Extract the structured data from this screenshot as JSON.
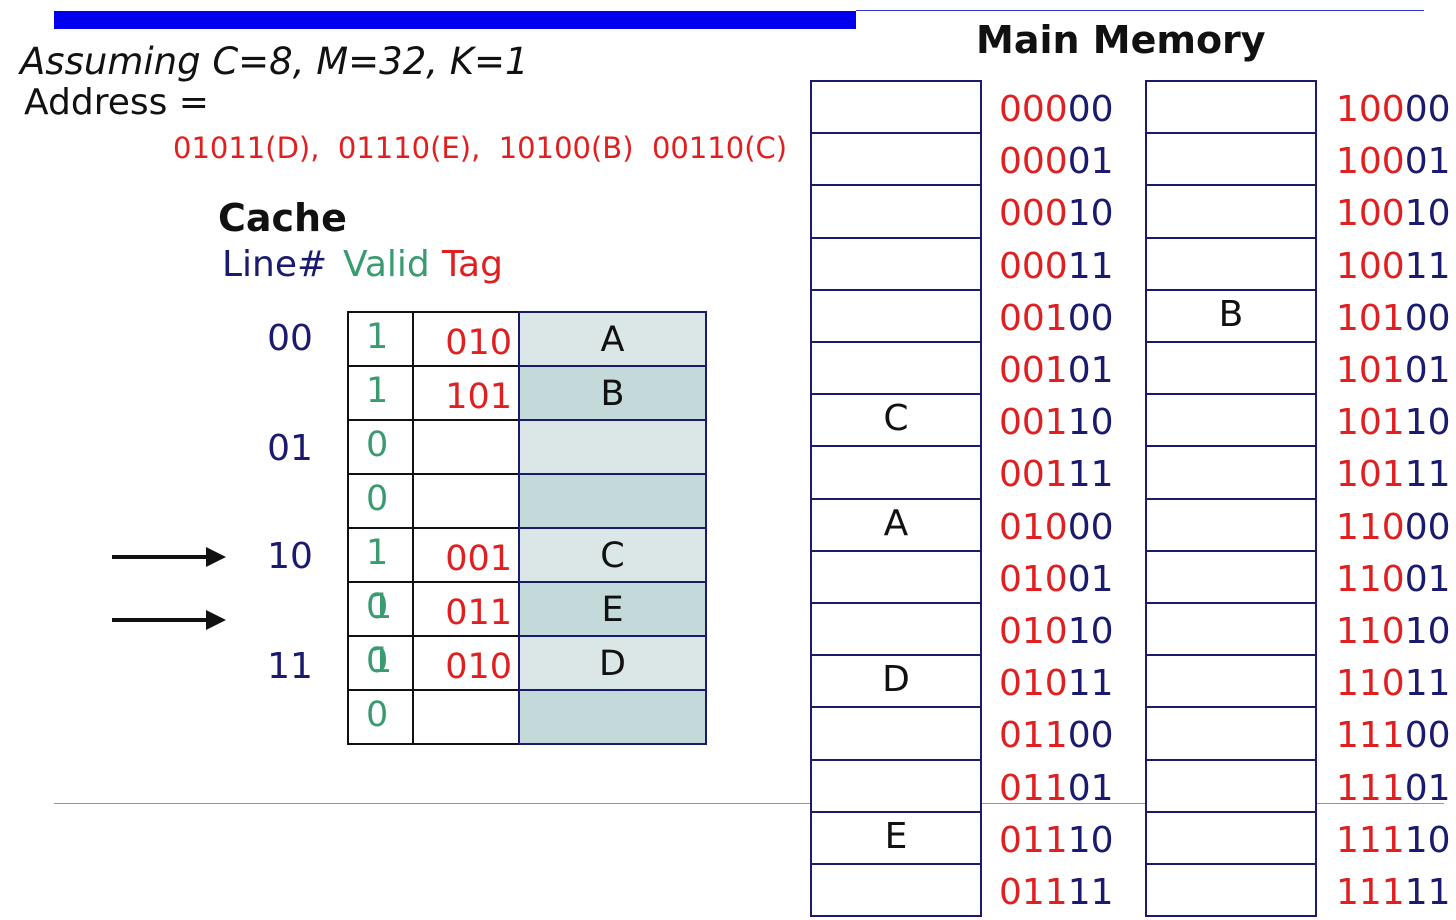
{
  "header": {
    "assumption": "Assuming C=8, M=32, K=1",
    "address_label": "Address =",
    "address_list": "01011(D),  01110(E),  10100(B)  00110(C)"
  },
  "main_memory": {
    "title": "Main Memory",
    "left_column": [
      {
        "addr_prefix": "000",
        "addr_suffix": "00",
        "content": ""
      },
      {
        "addr_prefix": "000",
        "addr_suffix": "01",
        "content": ""
      },
      {
        "addr_prefix": "000",
        "addr_suffix": "10",
        "content": ""
      },
      {
        "addr_prefix": "000",
        "addr_suffix": "11",
        "content": ""
      },
      {
        "addr_prefix": "001",
        "addr_suffix": "00",
        "content": ""
      },
      {
        "addr_prefix": "001",
        "addr_suffix": "01",
        "content": ""
      },
      {
        "addr_prefix": "001",
        "addr_suffix": "10",
        "content": "C"
      },
      {
        "addr_prefix": "001",
        "addr_suffix": "11",
        "content": ""
      },
      {
        "addr_prefix": "010",
        "addr_suffix": "00",
        "content": "A"
      },
      {
        "addr_prefix": "010",
        "addr_suffix": "01",
        "content": ""
      },
      {
        "addr_prefix": "010",
        "addr_suffix": "10",
        "content": ""
      },
      {
        "addr_prefix": "010",
        "addr_suffix": "11",
        "content": "D"
      },
      {
        "addr_prefix": "011",
        "addr_suffix": "00",
        "content": ""
      },
      {
        "addr_prefix": "011",
        "addr_suffix": "01",
        "content": ""
      },
      {
        "addr_prefix": "011",
        "addr_suffix": "10",
        "content": "E"
      },
      {
        "addr_prefix": "011",
        "addr_suffix": "11",
        "content": ""
      }
    ],
    "right_column": [
      {
        "addr_prefix": "100",
        "addr_suffix": "00",
        "content": ""
      },
      {
        "addr_prefix": "100",
        "addr_suffix": "01",
        "content": ""
      },
      {
        "addr_prefix": "100",
        "addr_suffix": "10",
        "content": ""
      },
      {
        "addr_prefix": "100",
        "addr_suffix": "11",
        "content": ""
      },
      {
        "addr_prefix": "101",
        "addr_suffix": "00",
        "content": "B"
      },
      {
        "addr_prefix": "101",
        "addr_suffix": "01",
        "content": ""
      },
      {
        "addr_prefix": "101",
        "addr_suffix": "10",
        "content": ""
      },
      {
        "addr_prefix": "101",
        "addr_suffix": "11",
        "content": ""
      },
      {
        "addr_prefix": "110",
        "addr_suffix": "00",
        "content": ""
      },
      {
        "addr_prefix": "110",
        "addr_suffix": "01",
        "content": ""
      },
      {
        "addr_prefix": "110",
        "addr_suffix": "10",
        "content": ""
      },
      {
        "addr_prefix": "110",
        "addr_suffix": "11",
        "content": ""
      },
      {
        "addr_prefix": "111",
        "addr_suffix": "00",
        "content": ""
      },
      {
        "addr_prefix": "111",
        "addr_suffix": "01",
        "content": ""
      },
      {
        "addr_prefix": "111",
        "addr_suffix": "10",
        "content": ""
      },
      {
        "addr_prefix": "111",
        "addr_suffix": "11",
        "content": ""
      }
    ]
  },
  "cache": {
    "title": "Cache",
    "headers": {
      "line": "Line#",
      "valid": "Valid",
      "tag": "Tag"
    },
    "line_numbers": [
      "00",
      "01",
      "10",
      "11"
    ],
    "rows": [
      {
        "valid": "1",
        "tag": "010",
        "data": "A",
        "shade": "light"
      },
      {
        "valid": "1",
        "tag": "101",
        "data": "B",
        "shade": "dark"
      },
      {
        "valid": "0",
        "tag": "",
        "data": "",
        "shade": "light"
      },
      {
        "valid": "0",
        "tag": "",
        "data": "",
        "shade": "dark"
      },
      {
        "valid": "1",
        "tag": "001",
        "data": "C",
        "shade": "light"
      },
      {
        "valid": "0",
        "valid_overwrite": "1",
        "tag": "011",
        "data": "E",
        "shade": "dark"
      },
      {
        "valid": "0",
        "valid_overwrite": "1",
        "tag": "010",
        "data": "D",
        "shade": "light"
      },
      {
        "valid": "0",
        "tag": "",
        "data": "",
        "shade": "dark"
      }
    ]
  },
  "colors": {
    "accent_bar": "#0000ee",
    "address_red": "#e02020",
    "valid_green": "#3a9a70",
    "navy": "#1a1a6e",
    "cache_light": "#dbe7e7",
    "cache_dark": "#c3d9da"
  },
  "icons": [
    "arrow-right-icon",
    "arrow-right-icon"
  ]
}
